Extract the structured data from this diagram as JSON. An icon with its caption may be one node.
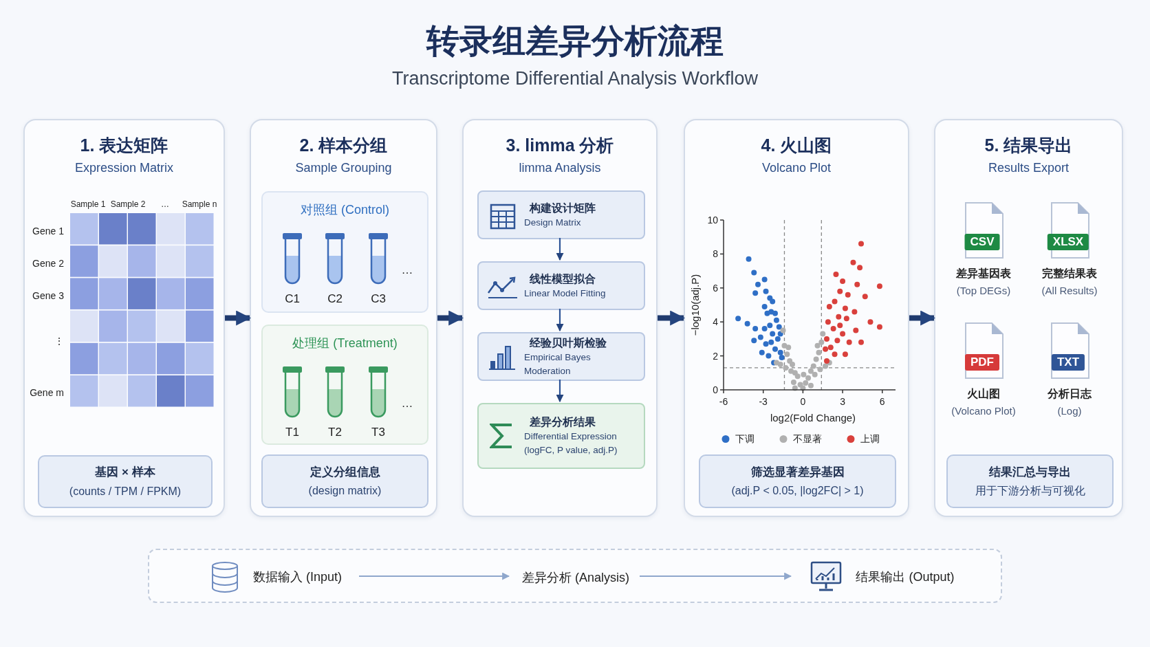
{
  "diagram": {
    "title": "转录组差异分析流程",
    "nodes": [
      {
        "text": [
          "1. 表达矩阵",
          "Expression Matrix"
        ]
      },
      {
        "text": [
          "基因 × 样本",
          "(counts / TPM / FPKM)"
        ],
        "in": 0
      },
      {
        "text": [
          "2. 样本分组",
          "Sample Grouping"
        ]
      },
      {
        "text": [
          "对照组 (Control)",
          "C1",
          "C2",
          "C3",
          "…"
        ],
        "in": 2
      },
      {
        "text": [
          "处理组 (Treatment)",
          "T1",
          "T2",
          "T3",
          "…"
        ],
        "in": 2
      },
      {
        "text": [
          "定义分组信息",
          "(design matrix)"
        ],
        "in": 2
      },
      {
        "text": [
          "3. limma 分析",
          "limma Analysis"
        ]
      },
      {
        "text": [
          "构建设计矩阵",
          "Design Matrix"
        ],
        "in": 6
      },
      {
        "text": [
          "线性模型拟合",
          "Linear Model Fitting"
        ],
        "in": 6
      },
      {
        "text": [
          "经验贝叶斯检验",
          "Empirical Bayes Moderation"
        ],
        "in": 6
      },
      {
        "text": [
          "差异分析结果",
          "Differential Expression",
          "(logFC, P value, adj.P)"
        ],
        "in": 6
      },
      {
        "text": [
          "4. 火山图",
          "Volcano Plot"
        ]
      },
      {
        "text": [
          "筛选显著差异基因",
          "(adj.P < 0.05, |log2FC| > 1)"
        ],
        "in": 11
      },
      {
        "text": [
          "5. 结果导出",
          "Results Export"
        ]
      },
      {
        "text": [
          "结果汇总与导出",
          "用于下游分析与可视化"
        ],
        "in": 13
      },
      {
        "text": [],
        "shape": "box"
      },
      {
        "text": [
          "数据输入 (Input)"
        ],
        "in": 15
      },
      {
        "text": [
          "差异分析 (Analysis)"
        ],
        "in": 15
      },
      {
        "text": [
          "结果输出 (Output)"
        ],
        "in": 15
      }
    ],
    "edges": [
      {
        "from": 0,
        "to": 2,
        "arrow": "to",
        "style": "thick"
      },
      {
        "from": 2,
        "to": 6,
        "arrow": "to",
        "style": "thick"
      },
      {
        "from": 6,
        "to": 11,
        "arrow": "to",
        "style": "thick"
      },
      {
        "from": 11,
        "to": 13,
        "arrow": "to",
        "style": "thick"
      },
      {
        "from": 7,
        "to": 8,
        "arrow": "to"
      },
      {
        "from": 8,
        "to": 9,
        "arrow": "to"
      },
      {
        "from": 9,
        "to": 10,
        "arrow": "to"
      },
      {
        "from": 16,
        "to": 17,
        "arrow": "to",
        "color": "#8fa7cc"
      },
      {
        "from": 17,
        "to": 18,
        "arrow": "to",
        "color": "#8fa7cc"
      }
    ],
    "labels": [
      "Transcriptome Differential Analysis Workflow",
      "Sample 1",
      "Sample 2",
      "…",
      "Sample n",
      "Gene 1",
      "Gene 2",
      "Gene 3",
      "⋮",
      "Gene m",
      "CSV",
      "差异基因表",
      "(Top DEGs)",
      "XLSX",
      "完整结果表",
      "(All Results)",
      "PDF",
      "火山图",
      "(Volcano Plot)",
      "TXT",
      "分析日志",
      "(Log)"
    ],
    "chart_data": {
      "type": "scatter",
      "xlabel": "log2(Fold Change)",
      "ylabel": "−log10(adj.P)",
      "xlim": [
        -6,
        7
      ],
      "ylim": [
        0,
        10
      ],
      "xticks": [
        -6,
        -3,
        0,
        3,
        6
      ],
      "yticks": [
        0,
        2,
        4,
        6,
        8,
        10
      ],
      "ref_lines": [
        {
          "axis": "y",
          "value": 1.3
        },
        {
          "axis": "x",
          "value": -1.4
        },
        {
          "axis": "x",
          "value": 1.4
        }
      ],
      "legend": "bottom",
      "series": [
        {
          "name": "下调",
          "color": "#2f6fc6",
          "x": [
            -4.1,
            -3.7,
            -3.4,
            -2.9,
            -3.6,
            -2.8,
            -2.5,
            -2.3,
            -2.9,
            -2.7,
            -2.4,
            -2.1,
            -4.9,
            -4.2,
            -3.6,
            -2.9,
            -2.5,
            -2,
            -1.8,
            -3.2,
            -2.8,
            -2.3,
            -1.9,
            -3.7,
            -3.1,
            -2.6,
            -2.1,
            -1.7,
            -2.2,
            -1.6,
            -1.7,
            -2.4
          ],
          "values": [
            7.7,
            6.9,
            6.2,
            6.5,
            5.7,
            5.8,
            5.4,
            5.2,
            4.9,
            4.5,
            4.6,
            4.5,
            4.2,
            3.9,
            3.6,
            3.6,
            3.8,
            4.1,
            3.7,
            3.1,
            2.7,
            3.3,
            3,
            2.9,
            2.2,
            2,
            2.4,
            2.2,
            1.6,
            1.9,
            3.3,
            2.8
          ]
        },
        {
          "name": "不显著",
          "color": "#b0b0b0",
          "x": [
            0,
            0.2,
            -0.2,
            0.4,
            -0.4,
            0.6,
            -0.6,
            0.8,
            -0.8,
            1,
            -1,
            1.2,
            -1.2,
            1.4,
            -1.4,
            1.5,
            -1.5,
            0.6,
            -0.7,
            0.9,
            -0.9,
            1.3,
            -1.3,
            1.7,
            -1.7,
            2,
            -2,
            0.05,
            -0.6,
            1.1,
            -1.1
          ],
          "values": [
            0.1,
            0.4,
            0.3,
            0.7,
            0.8,
            1.1,
            1,
            1.4,
            1.5,
            1.8,
            1.7,
            2.2,
            2.1,
            2.8,
            2.6,
            3.3,
            3.5,
            0.25,
            0.45,
            0.9,
            1.1,
            1.2,
            1.3,
            1.4,
            1.5,
            1.6,
            1.6,
            0.9,
            0.1,
            2.6,
            2.5
          ]
        },
        {
          "name": "上调",
          "color": "#d9403c",
          "x": [
            4.4,
            3.8,
            4.3,
            2.5,
            3,
            4.1,
            5.8,
            2.8,
            3.4,
            4.7,
            2.4,
            3.2,
            2,
            3.9,
            2.7,
            3.3,
            1.9,
            5.1,
            5.8,
            4,
            2.3,
            3,
            1.8,
            2.6,
            3.5,
            4.4,
            2.1,
            3.2,
            1.8,
            2.4,
            1.7,
            2.8
          ],
          "values": [
            8.6,
            7.5,
            7.2,
            6.8,
            6.4,
            6.2,
            6.1,
            5.8,
            5.6,
            5.5,
            5.2,
            4.8,
            4.9,
            4.6,
            4.3,
            4.2,
            4,
            4,
            3.7,
            3.5,
            3.6,
            3.3,
            3,
            2.9,
            2.8,
            2.8,
            2.5,
            2.1,
            1.7,
            2.1,
            2.4,
            3.8
          ]
        }
      ]
    }
  }
}
